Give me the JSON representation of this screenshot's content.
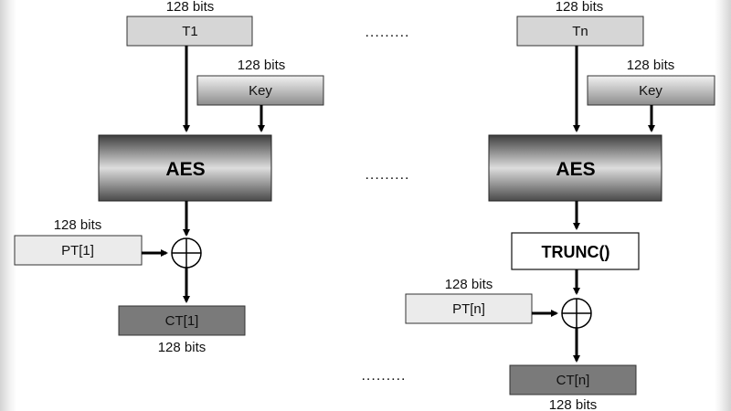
{
  "left": {
    "t_label": "T1",
    "t_bits": "128 bits",
    "key_label": "Key",
    "key_bits": "128 bits",
    "aes_label": "AES",
    "pt_label": "PT[1]",
    "pt_bits": "128 bits",
    "ct_label": "CT[1]",
    "ct_bits": "128 bits"
  },
  "right": {
    "t_label": "Tn",
    "t_bits": "128 bits",
    "key_label": "Key",
    "key_bits": "128 bits",
    "aes_label": "AES",
    "trunc_label": "TRUNC()",
    "pt_label": "PT[n]",
    "pt_bits": "128 bits",
    "ct_label": "CT[n]",
    "ct_bits": "128 bits"
  },
  "ellipsis": ".........",
  "colors": {
    "light_box": "#d6d6d6",
    "pt_box": "#ebebeb",
    "ct_box": "#7a7a7a",
    "aes_dark": "#505050",
    "aes_light": "#e0e0e0",
    "arrow": "#000000"
  }
}
